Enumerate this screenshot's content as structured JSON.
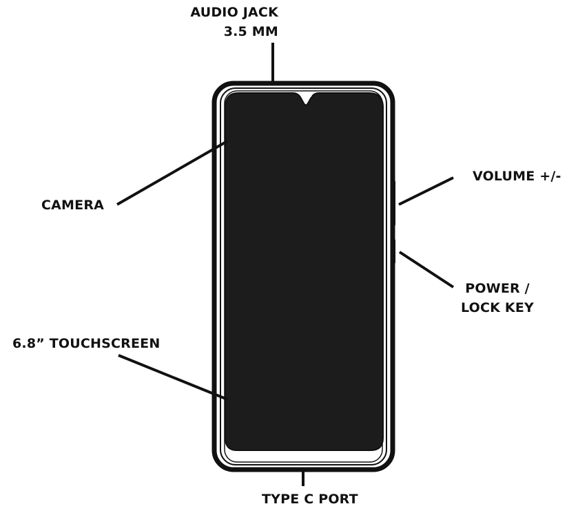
{
  "labels": {
    "audio_jack": [
      "AUDIO JACK",
      "3.5 MM"
    ],
    "camera": "CAMERA",
    "volume": "VOLUME +/-",
    "power_lock": [
      "POWER /",
      "LOCK KEY"
    ],
    "touchscreen": "6.8” TOUCHSCREEN",
    "type_c": "TYPE C PORT"
  },
  "colors": {
    "ink": "#111111",
    "screen": "#1c1c1c",
    "background": "#ffffff"
  }
}
